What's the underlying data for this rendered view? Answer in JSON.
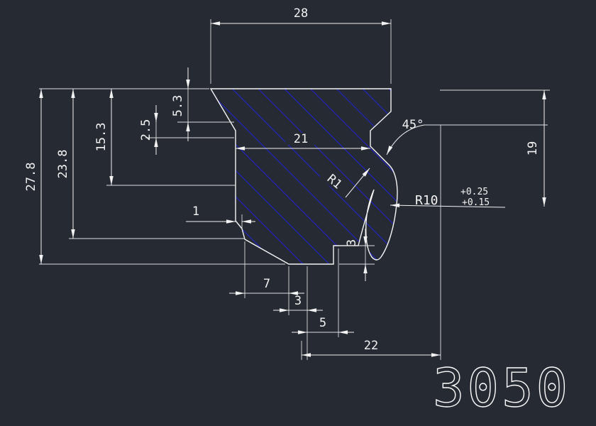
{
  "drawing": {
    "part_number": "3050",
    "colors": {
      "background": "#252a33",
      "lines": "#f2f2f2",
      "hatch": "#2323cc"
    },
    "dims": {
      "w28": "28",
      "w21": "21",
      "h278": "27.8",
      "h238": "23.8",
      "h153": "15.3",
      "h53": "5.3",
      "h25": "2.5",
      "h19": "19",
      "off1": "1",
      "ang45": "45°",
      "r1": "R1",
      "r10": "R10",
      "r10_tol_up": "+0.25",
      "r10_tol_low": "+0.15",
      "step3": "3",
      "b7": "7",
      "b3": "3",
      "b5": "5",
      "b22": "22"
    }
  }
}
